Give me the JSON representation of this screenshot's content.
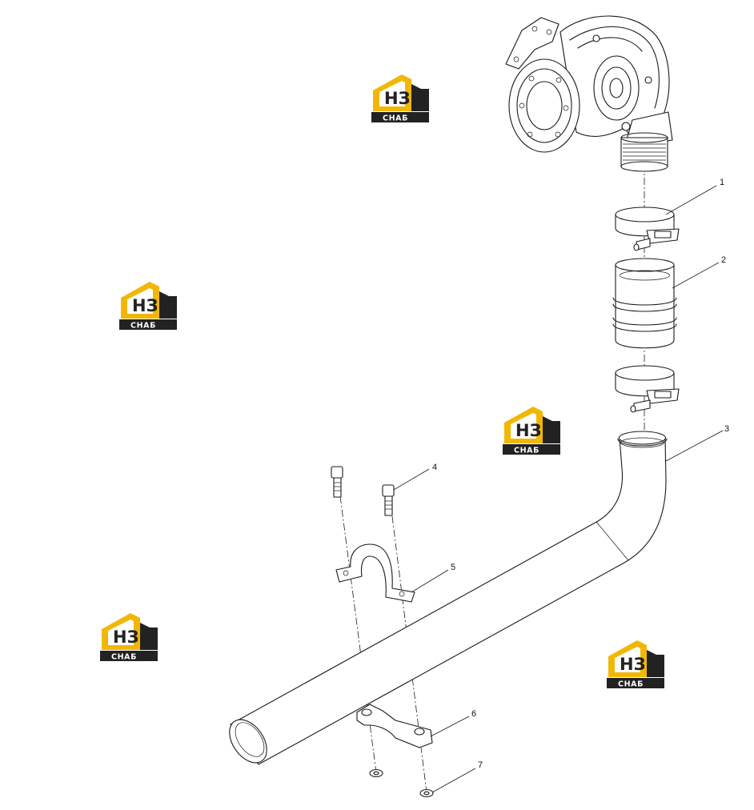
{
  "callouts": [
    {
      "id": "1",
      "label": "1",
      "part": "hose-clamp"
    },
    {
      "id": "2",
      "label": "2",
      "part": "hose"
    },
    {
      "id": "3",
      "label": "3",
      "part": "exhaust-pipe"
    },
    {
      "id": "4",
      "label": "4",
      "part": "bolt"
    },
    {
      "id": "5",
      "label": "5",
      "part": "bracket-upper"
    },
    {
      "id": "6",
      "label": "6",
      "part": "bracket-lower"
    },
    {
      "id": "7",
      "label": "7",
      "part": "washer"
    }
  ],
  "watermark": {
    "logo_text": "НЗ",
    "tag_text": "СНАБ",
    "colors": {
      "accent": "#f2b705",
      "dark": "#222222",
      "tag_bg": "#222222"
    }
  }
}
